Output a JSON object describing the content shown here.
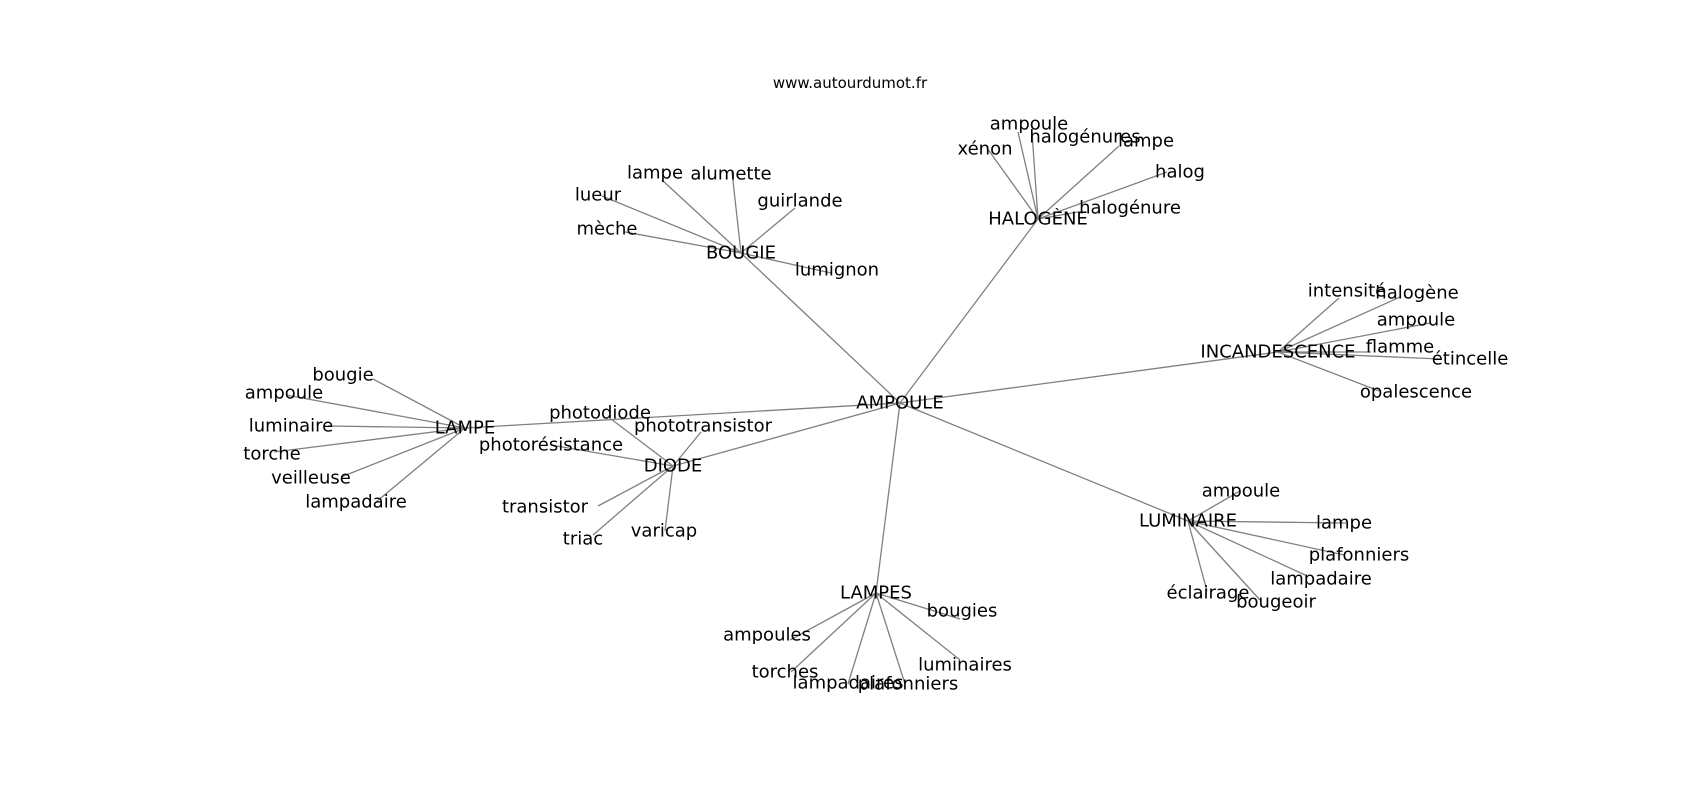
{
  "site": "www.autourdumot.fr",
  "graph": {
    "center": "AMPOULE",
    "hubs": [
      {
        "id": "BOUGIE",
        "leaves": [
          "lampe",
          "alumette",
          "lueur",
          "guirlande",
          "mèche",
          "lumignon"
        ]
      },
      {
        "id": "HALOGÈNE",
        "leaves": [
          "ampoule",
          "halogénures",
          "xénon",
          "lampe",
          "halog",
          "halogénure"
        ]
      },
      {
        "id": "INCANDESCENCE",
        "leaves": [
          "intensité",
          "halogène",
          "ampoule",
          "flamme",
          "étincelle",
          "opalescence"
        ]
      },
      {
        "id": "LUMINAIRE",
        "leaves": [
          "ampoule",
          "lampe",
          "plafonniers",
          "lampadaire",
          "éclairage",
          "bougeoir"
        ]
      },
      {
        "id": "LAMPES",
        "leaves": [
          "bougies",
          "ampoules",
          "luminaires",
          "torches",
          "lampadaires",
          "plafonniers"
        ]
      },
      {
        "id": "DIODE",
        "leaves": [
          "photodiode",
          "phototransistor",
          "photorésistance",
          "transistor",
          "triac",
          "varicap"
        ]
      },
      {
        "id": "LAMPE",
        "leaves": [
          "bougie",
          "ampoule",
          "luminaire",
          "torche",
          "veilleuse",
          "lampadaire"
        ]
      }
    ]
  }
}
